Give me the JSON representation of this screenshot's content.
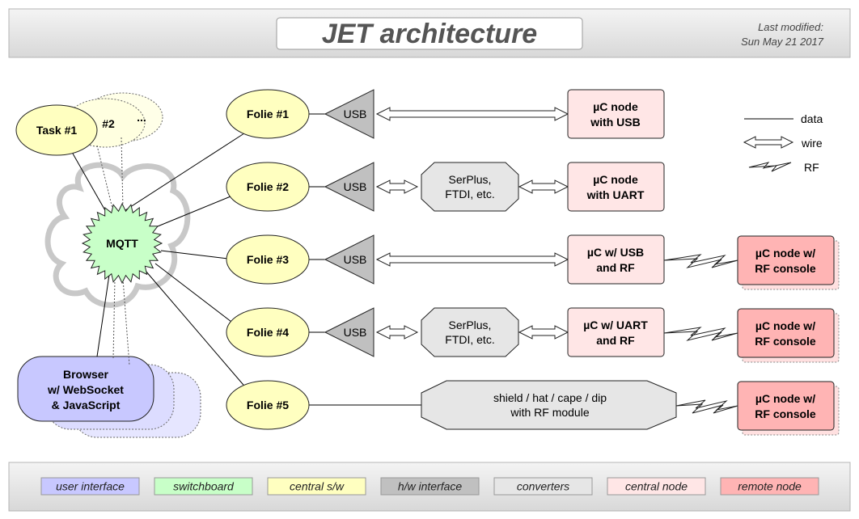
{
  "header": {
    "title": "JET architecture",
    "modified_line1": "Last modified:",
    "modified_line2": "Sun May 21 2017"
  },
  "tasks": {
    "task1": "Task #1",
    "task2": "#2",
    "task_more": "..."
  },
  "mqtt": "MQTT",
  "browser": {
    "line1": "Browser",
    "line2": "w/ WebSocket",
    "line3": "& JavaScript"
  },
  "folies": [
    "Folie #1",
    "Folie #2",
    "Folie #3",
    "Folie #4",
    "Folie #5"
  ],
  "usb_label": "USB",
  "serplus": {
    "line1": "SerPlus,",
    "line2": "FTDI, etc."
  },
  "shield": {
    "line1": "shield / hat / cape / dip",
    "line2": "with RF module"
  },
  "central_nodes": [
    {
      "line1": "µC node",
      "line2": "with USB"
    },
    {
      "line1": "µC node",
      "line2": "with UART"
    },
    {
      "line1": "µC w/ USB",
      "line2": "and RF"
    },
    {
      "line1": "µC w/ UART",
      "line2": "and RF"
    }
  ],
  "remote_node": {
    "line1": "µC node w/",
    "line2": "RF console"
  },
  "key": {
    "data": "data",
    "wire": "wire",
    "rf": "RF"
  },
  "legend": [
    {
      "label": "user interface",
      "color": "#c8c8ff"
    },
    {
      "label": "switchboard",
      "color": "#c8ffc8"
    },
    {
      "label": "central s/w",
      "color": "#ffffc0"
    },
    {
      "label": "h/w interface",
      "color": "#c0c0c0"
    },
    {
      "label": "converters",
      "color": "#e6e6e6"
    },
    {
      "label": "central node",
      "color": "#ffe6e6"
    },
    {
      "label": "remote node",
      "color": "#ffb4b4"
    }
  ],
  "colors": {
    "user_interface": "#c8c8ff",
    "switchboard": "#c8ffc8",
    "central_sw": "#ffffc0",
    "hw_interface": "#c0c0c0",
    "converters": "#e6e6e6",
    "central_node": "#ffe6e6",
    "remote_node": "#ffb4b4"
  }
}
